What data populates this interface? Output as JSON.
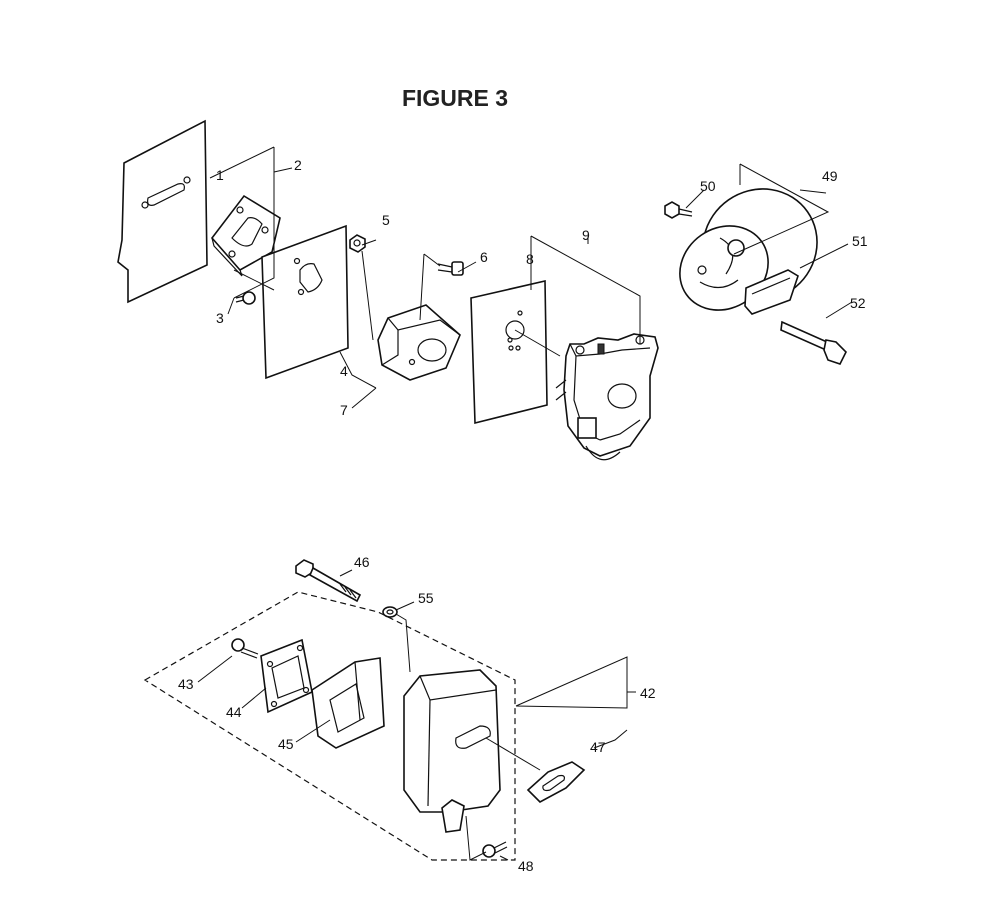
{
  "figure": {
    "title": "FIGURE 3"
  },
  "callouts": {
    "c1": "1",
    "c2": "2",
    "c3": "3",
    "c4": "4",
    "c5": "5",
    "c6": "6",
    "c7": "7",
    "c8": "8",
    "c9": "9",
    "c42": "42",
    "c43": "43",
    "c44": "44",
    "c45": "45",
    "c46": "46",
    "c47": "47",
    "c48": "48",
    "c49": "49",
    "c50": "50",
    "c51": "51",
    "c52": "52",
    "c55": "55"
  }
}
